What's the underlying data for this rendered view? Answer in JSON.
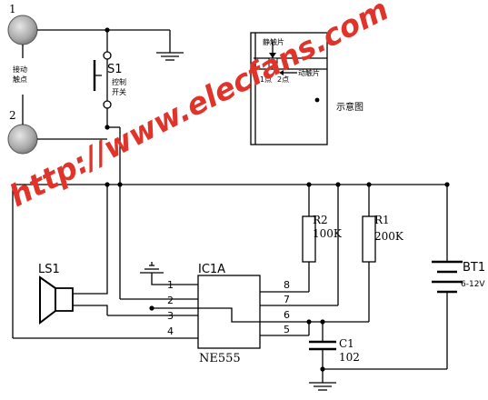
{
  "contacts": {
    "contact1_label": "1",
    "contact2_label": "2",
    "contact_caption_line1": "接动",
    "contact_caption_line2": "触点"
  },
  "switch": {
    "label": "S1",
    "caption_line1": "控制",
    "caption_line2": "开关"
  },
  "inset": {
    "static_plate": "静触片",
    "moving_plate": "动触片",
    "point1": "1点",
    "point2": "2点",
    "caption": "示意图"
  },
  "speaker": {
    "label": "LS1"
  },
  "ic": {
    "name": "IC1A",
    "part": "NE555",
    "pins_left": [
      "1",
      "2",
      "3",
      "4"
    ],
    "pins_right": [
      "8",
      "7",
      "6",
      "5"
    ]
  },
  "r2": {
    "name": "R2",
    "value": "100K"
  },
  "r1": {
    "name": "R1",
    "value": "200K"
  },
  "battery": {
    "name": "BT1",
    "voltage": "6-12V"
  },
  "c1": {
    "name": "C1",
    "value": "102"
  },
  "watermark": {
    "text": "http://www.elecfans.com",
    "color": "#e0342b"
  }
}
